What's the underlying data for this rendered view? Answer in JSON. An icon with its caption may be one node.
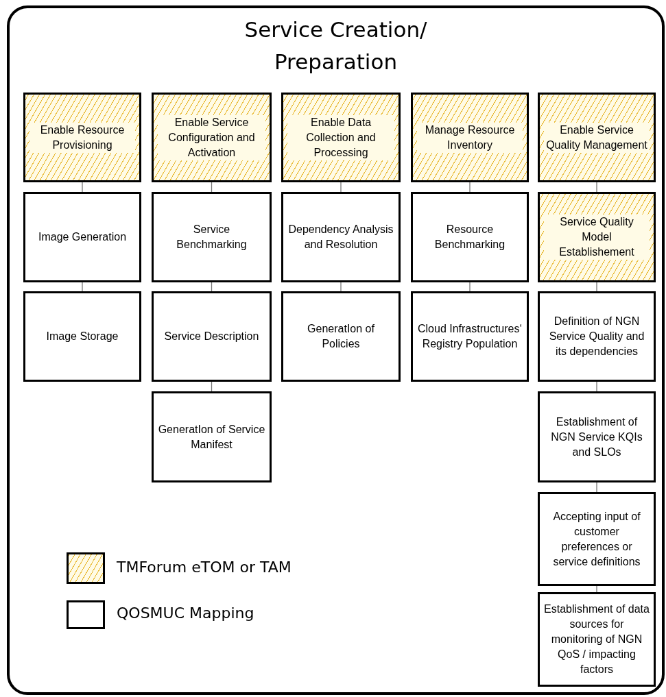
{
  "diagram": {
    "nodes": [
      {
        "text": [
          "Service Creation/ Preparation"
        ]
      },
      {
        "text": [
          "Enable Resource Provisioning"
        ],
        "in": 0
      },
      {
        "text": [
          "Image Generation"
        ],
        "in": 0
      },
      {
        "text": [
          "Image Storage"
        ],
        "in": 0
      },
      {
        "text": [
          "Enable Service Configuration and Activation"
        ],
        "in": 0
      },
      {
        "text": [
          "Service Benchmarking"
        ],
        "in": 0
      },
      {
        "text": [
          "Service Description"
        ],
        "in": 0
      },
      {
        "text": [
          "GeneratIon of Service Manifest"
        ],
        "in": 0
      },
      {
        "text": [
          "Enable Data Collection and Processing"
        ],
        "in": 0
      },
      {
        "text": [
          "Dependency Analysis and Resolution"
        ],
        "in": 0
      },
      {
        "text": [
          "GeneratIon of Policies"
        ],
        "in": 0
      },
      {
        "text": [
          "Manage Resource Inventory"
        ],
        "in": 0
      },
      {
        "text": [
          "Resource Benchmarking"
        ],
        "in": 0
      },
      {
        "text": [
          "Cloud Infrastructures‘ Registry Population"
        ],
        "in": 0
      },
      {
        "text": [
          "Enable Service Quality Management"
        ],
        "in": 0
      },
      {
        "text": [
          "Service Quality Model Establishement"
        ],
        "in": 0
      },
      {
        "text": [
          "Definition of NGN Service Quality and its dependencies"
        ],
        "in": 0
      },
      {
        "text": [
          "Establishment of NGN Service KQIs and SLOs"
        ],
        "in": 0
      },
      {
        "text": [
          "Accepting input of customer preferences or service definitions"
        ],
        "in": 0
      },
      {
        "text": [
          "Establishment of data sources for monitoring of NGN QoS / impacting factors"
        ],
        "in": 0
      }
    ],
    "edges": [
      {
        "from": 1,
        "to": 2,
        "arrow": "none"
      },
      {
        "from": 2,
        "to": 3,
        "arrow": "none"
      },
      {
        "from": 4,
        "to": 5,
        "arrow": "none"
      },
      {
        "from": 5,
        "to": 6,
        "arrow": "none"
      },
      {
        "from": 6,
        "to": 7,
        "arrow": "none"
      },
      {
        "from": 8,
        "to": 9,
        "arrow": "none"
      },
      {
        "from": 9,
        "to": 10,
        "arrow": "none"
      },
      {
        "from": 11,
        "to": 12,
        "arrow": "none"
      },
      {
        "from": 12,
        "to": 13,
        "arrow": "none"
      },
      {
        "from": 14,
        "to": 15,
        "arrow": "none"
      },
      {
        "from": 15,
        "to": 16,
        "arrow": "none"
      },
      {
        "from": 16,
        "to": 17,
        "arrow": "none"
      },
      {
        "from": 17,
        "to": 18,
        "arrow": "none"
      },
      {
        "from": 18,
        "to": 19,
        "arrow": "none"
      }
    ],
    "legend": [
      {
        "text": "TMForum eTOM or TAM"
      },
      {
        "text": "QOSMUC Mapping"
      }
    ]
  }
}
